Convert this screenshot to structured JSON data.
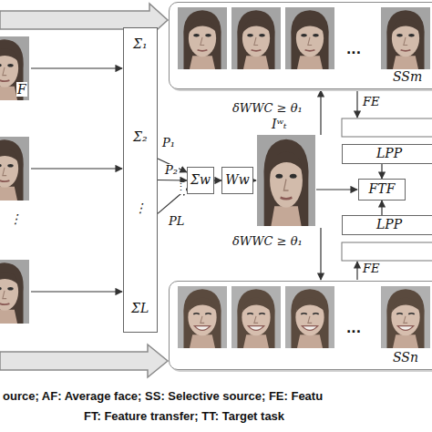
{
  "diagram": {
    "nodes": [
      {
        "text": [
          "Σ₁",
          "Σ₂",
          "⋮",
          "ΣL"
        ]
      },
      {
        "text": [
          "Σw"
        ]
      },
      {
        "text": [
          "Ww"
        ]
      },
      {
        "text": [
          "SSm"
        ]
      },
      {
        "text": [
          "LPP"
        ]
      },
      {
        "text": [
          "FTF"
        ]
      },
      {
        "text": [
          "LPP"
        ]
      },
      {
        "text": [
          "SSn"
        ]
      }
    ],
    "edges": [
      {
        "from": 0,
        "to": 1,
        "arrow": "to",
        "label": "P₁"
      },
      {
        "from": 0,
        "to": 1,
        "arrow": "to",
        "label": "P₂"
      },
      {
        "from": 0,
        "to": 1,
        "arrow": "to",
        "label": "PL"
      },
      {
        "from": 1,
        "to": 2,
        "arrow": "to"
      },
      {
        "from": 4,
        "to": 5,
        "arrow": "to"
      },
      {
        "from": 6,
        "to": 5,
        "arrow": "to"
      }
    ],
    "labels": [
      "F",
      "⋮",
      "⋮",
      "Iʷₜ",
      "δWWC ≥ θ₁",
      "δWWC ≥ θ₁",
      "FE",
      "FE",
      "...",
      "...",
      "ource; AF: Average face; SS: Selective source; FE: Featu",
      "FT: Feature transfer; TT: Target task"
    ]
  }
}
